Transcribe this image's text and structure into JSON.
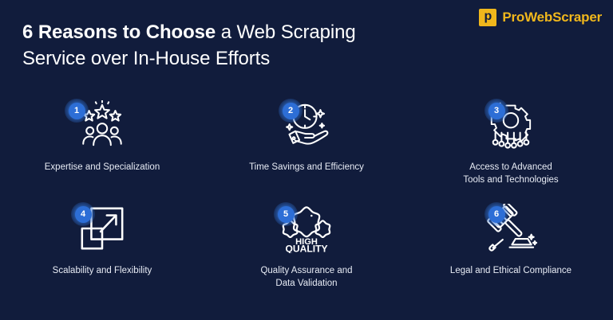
{
  "header": {
    "title_bold": "6 Reasons to Choose",
    "title_rest": " a Web Scraping Service over In-House Efforts",
    "title_line1_bold": "6 Reasons to Choose",
    "title_line1_rest": " a Web Scraping",
    "title_line2": "Service over In-House Efforts"
  },
  "logo": {
    "mark_letter": "p",
    "brand": "ProWebScraper",
    "mark_bg": "#f0b71c",
    "text_color": "#f0b71c"
  },
  "colors": {
    "background": "#111c3c",
    "badge": "#2d6ed6",
    "icon_stroke": "#ffffff",
    "label_text": "#e8ecf5"
  },
  "reasons": [
    {
      "number": "1",
      "label": "Expertise and Specialization",
      "icon": "people-stars-icon"
    },
    {
      "number": "2",
      "label": "Time Savings and Efficiency",
      "icon": "hand-clock-icon"
    },
    {
      "number": "3",
      "label": "Access to Advanced\nTools and Technologies",
      "icon": "gear-circuit-icon"
    },
    {
      "number": "4",
      "label": "Scalability and Flexibility",
      "icon": "expand-squares-arrow-icon"
    },
    {
      "number": "5",
      "label": "Quality Assurance and\nData Validation",
      "icon": "high-quality-star-icon"
    },
    {
      "number": "6",
      "label": "Legal and Ethical Compliance",
      "icon": "gavel-icon"
    }
  ],
  "icon_text": {
    "high": "HIGH",
    "quality": "QUALITY"
  }
}
